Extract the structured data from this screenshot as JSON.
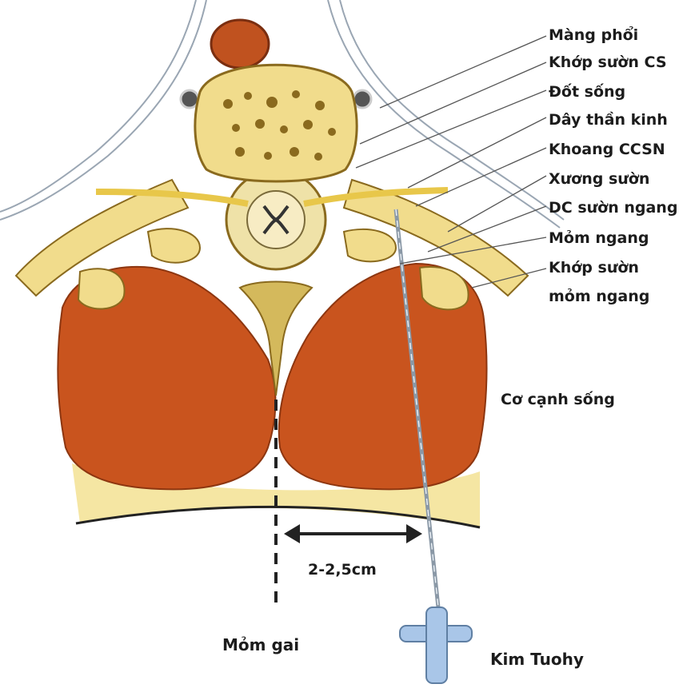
{
  "labels": {
    "mang_phoi": "Màng phổi",
    "khop_suon_cs": "Khớp sườn CS",
    "dot_song": "Đốt sống",
    "day_than_kinh": "Dây thần kinh",
    "khoang_ccsn": "Khoang CCSN",
    "xuong_suon": "Xương sườn",
    "dc_suon_ngang": "DC sườn ngang",
    "mom_ngang": "Mỏm ngang",
    "khop_suon_line1": "Khớp sườn",
    "khop_suon_line2": "mỏm ngang",
    "co_canh_song": "Cơ cạnh sống",
    "distance": "2-2,5cm",
    "mom_gai": "Mỏm gai",
    "kim_tuohy": "Kim Tuohy"
  },
  "colors": {
    "muscle": "#c9541e",
    "bone": "#f1dc8c",
    "bone_dark": "#8a6a1e",
    "nerve": "#e8c74a",
    "fat": "#f7eaaa",
    "pleura": "#9aa6b3",
    "needle_hub": "#a9c6e8"
  }
}
